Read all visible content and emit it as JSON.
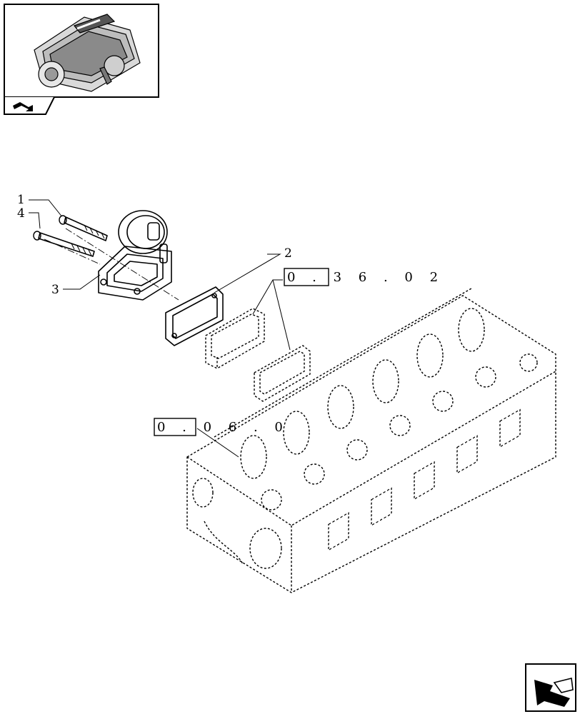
{
  "callouts": {
    "c1": "1",
    "c4": "4",
    "c3": "3",
    "c2": "2"
  },
  "references": {
    "ref_a": "0 . 3 6 . 0 2",
    "ref_b": "0 . 0 6 . 0"
  },
  "icons": {
    "thumbnail": "engine-thumbnail",
    "view_indicator": "view-indicator-icon",
    "navigation": "navigate-arrow-icon"
  }
}
